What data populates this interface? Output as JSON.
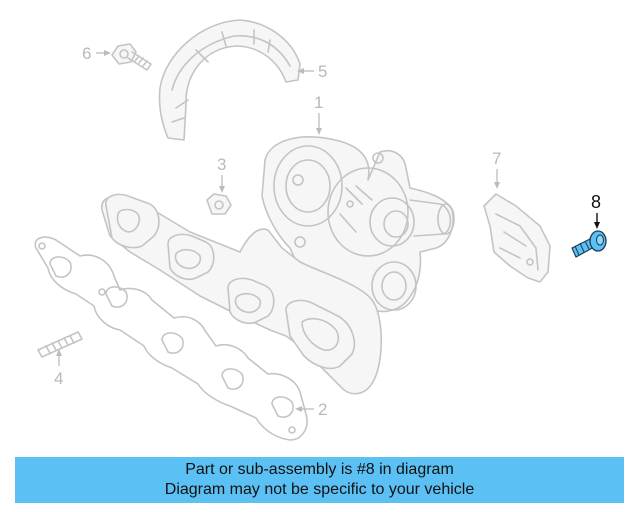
{
  "callouts": {
    "c1": "1",
    "c2": "2",
    "c3": "3",
    "c4": "4",
    "c5": "5",
    "c6": "6",
    "c7": "7",
    "c8": "8"
  },
  "highlight_color": "#5bc1f4",
  "banner": {
    "line1": "Part or sub-assembly is #8 in diagram",
    "line2": "Diagram may not be specific to your vehicle"
  }
}
